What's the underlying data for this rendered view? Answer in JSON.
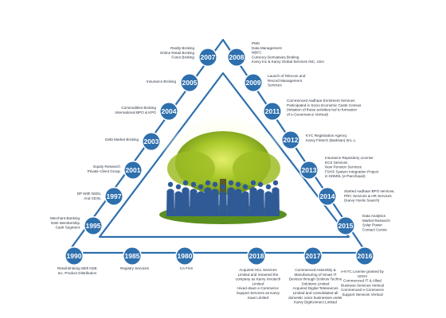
{
  "colors": {
    "milestone_fill": "#2e6fad",
    "milestone_ring": "#ffffff",
    "line": "#2e6fad",
    "text": "#2b3440",
    "tree_dark": "#7da21a",
    "tree_light": "#c8dc3c",
    "ground": "#5b8f1f",
    "silhouettes": "#2f5a96"
  },
  "center_image": {
    "icon": "tree-and-business-people-illustration"
  },
  "milestones": [
    {
      "id": "1990",
      "year": "1990",
      "text": [
        "Retail Broking With NSE",
        "Inc. Product Distribution"
      ]
    },
    {
      "id": "1985",
      "year": "1985",
      "text": [
        "Registry Services"
      ]
    },
    {
      "id": "1980",
      "year": "1980",
      "text": [
        "CA Firm"
      ]
    },
    {
      "id": "1995",
      "year": "1995",
      "text": [
        "Merchant Banking",
        "NSE Membership",
        "Cash Segment"
      ]
    },
    {
      "id": "1997",
      "year": "1997",
      "text": [
        "DP With NSDL",
        "And CDSL"
      ]
    },
    {
      "id": "2001",
      "year": "2001",
      "text": [
        "Equity Research",
        "Private Client Group"
      ]
    },
    {
      "id": "2003",
      "year": "2003",
      "text": [
        "Debt Market Broking"
      ]
    },
    {
      "id": "2004",
      "year": "2004",
      "text": [
        "Commodities Broking",
        "International BPO & KPO"
      ]
    },
    {
      "id": "2005",
      "year": "2005",
      "text": [
        "Insurance Broking"
      ]
    },
    {
      "id": "2007",
      "year": "2007",
      "text": [
        "Realty Broking",
        "Online Retail Broking",
        "Forex Broking"
      ]
    },
    {
      "id": "2008",
      "year": "2008",
      "text": [
        "PMS",
        "Data Management",
        "NBFC",
        "Currency Derivatives Broking",
        "Karvy Inc & Karvy Global Services INC, USA"
      ]
    },
    {
      "id": "2009",
      "year": "2009",
      "text": [
        "Launch of Telecom and",
        "Record Management",
        "Services"
      ]
    },
    {
      "id": "2011",
      "year": "2011",
      "text": [
        "Commenced Aadhaar Enrolment Services",
        "Participated in Socio Economic Caste Census",
        "(Initiation of these activities led to formation",
        "of e-Governance Vertical)"
      ]
    },
    {
      "id": "2012",
      "year": "2012",
      "text": [
        "KYC Registration Agency",
        "Karvy Fintech (Barksan) W.L.L."
      ]
    },
    {
      "id": "2013",
      "year": "2013",
      "text": [
        "Insurance Repository License",
        "ECS Services",
        "New Pension Services",
        "FSHS System Integration Project",
        "in KDMSL (e-Panchayat)"
      ]
    },
    {
      "id": "2014",
      "year": "2014",
      "text": [
        "Started Aadhaar BPO services,",
        "PRC Services & HR Services",
        "(Karvy Horde Search)"
      ]
    },
    {
      "id": "2015",
      "year": "2015",
      "text": [
        "Data Analytics",
        "Market Research",
        "Solar Power",
        "Contact Centre"
      ]
    },
    {
      "id": "2016",
      "year": "2016",
      "text": [
        "e-KYC License granted by",
        "UIDAI",
        "Commenced IT & Allied",
        "Business Services Vertical",
        "Commenced e-Commerce",
        "Support Services Vertical"
      ]
    },
    {
      "id": "2017",
      "year": "2017",
      "text": [
        "Commenced Assembly &",
        "Manufacturing of Smart IT",
        "Devices through Scikrow Techno",
        "Solutions Limited",
        "Acquired Digital Telesevices",
        "Limited and consolidated all",
        "domestic voice businesses under",
        "Karvy DigiKonnect Limited"
      ]
    },
    {
      "id": "2018",
      "year": "2018",
      "text": [
        "Acquired HCL Services",
        "Limited and renamed the",
        "company as Karvy Innotech",
        "Limited",
        "Hived down e-Commerce",
        "Support Services as Karvy",
        "Kawi Limited"
      ]
    }
  ]
}
